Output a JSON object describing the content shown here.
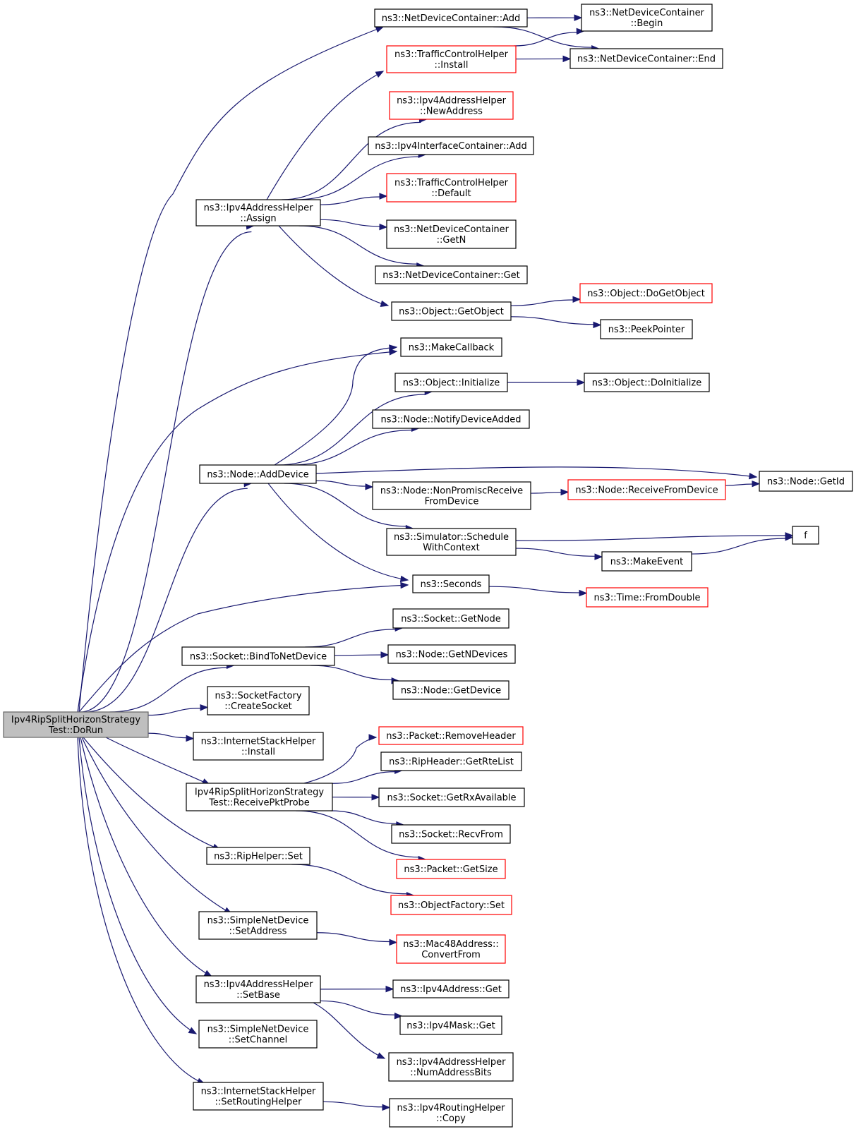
{
  "diagram": {
    "title": "",
    "colors": {
      "edge": "#191970",
      "root_fill": "#bfbfbf",
      "node_border_default": "#000000",
      "node_border_truncated": "#ff0000"
    },
    "nodes": {
      "root": {
        "lines": [
          "Ipv4RipSplitHorizonStrategy",
          "Test::DoRun"
        ],
        "border": "#666666",
        "fill": "#bfbfbf"
      },
      "ndc_add": {
        "lines": [
          "ns3::NetDeviceContainer::Add"
        ],
        "border": "#000000"
      },
      "ndc_begin": {
        "lines": [
          "ns3::NetDeviceContainer",
          "::Begin"
        ],
        "border": "#000000"
      },
      "ndc_end": {
        "lines": [
          "ns3::NetDeviceContainer::End"
        ],
        "border": "#000000"
      },
      "tch_install": {
        "lines": [
          "ns3::TrafficControlHelper",
          "::Install"
        ],
        "border": "#ff0000"
      },
      "iah_newaddress": {
        "lines": [
          "ns3::Ipv4AddressHelper",
          "::NewAddress"
        ],
        "border": "#ff0000"
      },
      "iic_add": {
        "lines": [
          "ns3::Ipv4InterfaceContainer::Add"
        ],
        "border": "#000000"
      },
      "tch_default": {
        "lines": [
          "ns3::TrafficControlHelper",
          "::Default"
        ],
        "border": "#ff0000"
      },
      "iah_assign": {
        "lines": [
          "ns3::Ipv4AddressHelper",
          "::Assign"
        ],
        "border": "#000000"
      },
      "ndc_getn": {
        "lines": [
          "ns3::NetDeviceContainer",
          "::GetN"
        ],
        "border": "#000000"
      },
      "ndc_get": {
        "lines": [
          "ns3::NetDeviceContainer::Get"
        ],
        "border": "#000000"
      },
      "obj_getobject": {
        "lines": [
          "ns3::Object::GetObject"
        ],
        "border": "#000000"
      },
      "obj_dogetobject": {
        "lines": [
          "ns3::Object::DoGetObject"
        ],
        "border": "#ff0000"
      },
      "peekpointer": {
        "lines": [
          "ns3::PeekPointer"
        ],
        "border": "#000000"
      },
      "makecallback": {
        "lines": [
          "ns3::MakeCallback"
        ],
        "border": "#000000"
      },
      "obj_initialize": {
        "lines": [
          "ns3::Object::Initialize"
        ],
        "border": "#000000"
      },
      "obj_doinitialize": {
        "lines": [
          "ns3::Object::DoInitialize"
        ],
        "border": "#000000"
      },
      "node_notify": {
        "lines": [
          "ns3::Node::NotifyDeviceAdded"
        ],
        "border": "#000000"
      },
      "node_adddevice": {
        "lines": [
          "ns3::Node::AddDevice"
        ],
        "border": "#000000"
      },
      "node_getid": {
        "lines": [
          "ns3::Node::GetId"
        ],
        "border": "#000000"
      },
      "node_nonpromisc": {
        "lines": [
          "ns3::Node::NonPromiscReceive",
          "FromDevice"
        ],
        "border": "#000000"
      },
      "node_receive": {
        "lines": [
          "ns3::Node::ReceiveFromDevice"
        ],
        "border": "#ff0000"
      },
      "sim_schedule": {
        "lines": [
          "ns3::Simulator::Schedule",
          "WithContext"
        ],
        "border": "#000000"
      },
      "f": {
        "lines": [
          "f"
        ],
        "border": "#000000"
      },
      "makeevent": {
        "lines": [
          "ns3::MakeEvent"
        ],
        "border": "#000000"
      },
      "seconds": {
        "lines": [
          "ns3::Seconds"
        ],
        "border": "#000000"
      },
      "time_fromdouble": {
        "lines": [
          "ns3::Time::FromDouble"
        ],
        "border": "#ff0000"
      },
      "sock_getnode": {
        "lines": [
          "ns3::Socket::GetNode"
        ],
        "border": "#000000"
      },
      "sock_bind": {
        "lines": [
          "ns3::Socket::BindToNetDevice"
        ],
        "border": "#000000"
      },
      "node_getndevices": {
        "lines": [
          "ns3::Node::GetNDevices"
        ],
        "border": "#000000"
      },
      "node_getdevice": {
        "lines": [
          "ns3::Node::GetDevice"
        ],
        "border": "#000000"
      },
      "sockfactory": {
        "lines": [
          "ns3::SocketFactory",
          "::CreateSocket"
        ],
        "border": "#000000"
      },
      "ish_install": {
        "lines": [
          "ns3::InternetStackHelper",
          "::Install"
        ],
        "border": "#000000"
      },
      "pkt_removeheader": {
        "lines": [
          "ns3::Packet::RemoveHeader"
        ],
        "border": "#ff0000"
      },
      "rip_getrtelist": {
        "lines": [
          "ns3::RipHeader::GetRteList"
        ],
        "border": "#000000"
      },
      "receiveprobe": {
        "lines": [
          "Ipv4RipSplitHorizonStrategy",
          "Test::ReceivePktProbe"
        ],
        "border": "#000000"
      },
      "sock_getrx": {
        "lines": [
          "ns3::Socket::GetRxAvailable"
        ],
        "border": "#000000"
      },
      "sock_recvfrom": {
        "lines": [
          "ns3::Socket::RecvFrom"
        ],
        "border": "#000000"
      },
      "pkt_getsize": {
        "lines": [
          "ns3::Packet::GetSize"
        ],
        "border": "#ff0000"
      },
      "riphelper_set": {
        "lines": [
          "ns3::RipHelper::Set"
        ],
        "border": "#000000"
      },
      "objfactory_set": {
        "lines": [
          "ns3::ObjectFactory::Set"
        ],
        "border": "#ff0000"
      },
      "snd_setaddress": {
        "lines": [
          "ns3::SimpleNetDevice",
          "::SetAddress"
        ],
        "border": "#000000"
      },
      "mac48_convert": {
        "lines": [
          "ns3::Mac48Address::",
          "ConvertFrom"
        ],
        "border": "#ff0000"
      },
      "iah_setbase": {
        "lines": [
          "ns3::Ipv4AddressHelper",
          "::SetBase"
        ],
        "border": "#000000"
      },
      "ipv4addr_get": {
        "lines": [
          "ns3::Ipv4Address::Get"
        ],
        "border": "#000000"
      },
      "ipv4mask_get": {
        "lines": [
          "ns3::Ipv4Mask::Get"
        ],
        "border": "#000000"
      },
      "iah_numaddrbits": {
        "lines": [
          "ns3::Ipv4AddressHelper",
          "::NumAddressBits"
        ],
        "border": "#000000"
      },
      "snd_setchannel": {
        "lines": [
          "ns3::SimpleNetDevice",
          "::SetChannel"
        ],
        "border": "#000000"
      },
      "ish_setrouting": {
        "lines": [
          "ns3::InternetStackHelper",
          "::SetRoutingHelper"
        ],
        "border": "#000000"
      },
      "irh_copy": {
        "lines": [
          "ns3::Ipv4RoutingHelper",
          "::Copy"
        ],
        "border": "#000000"
      }
    },
    "edges": [
      [
        "root",
        "ndc_add"
      ],
      [
        "root",
        "iah_assign"
      ],
      [
        "root",
        "makecallback"
      ],
      [
        "root",
        "node_adddevice"
      ],
      [
        "root",
        "seconds"
      ],
      [
        "root",
        "sock_bind"
      ],
      [
        "root",
        "sockfactory"
      ],
      [
        "root",
        "ish_install"
      ],
      [
        "root",
        "receiveprobe"
      ],
      [
        "root",
        "riphelper_set"
      ],
      [
        "root",
        "snd_setaddress"
      ],
      [
        "root",
        "iah_setbase"
      ],
      [
        "root",
        "snd_setchannel"
      ],
      [
        "root",
        "ish_setrouting"
      ],
      [
        "ndc_add",
        "ndc_begin"
      ],
      [
        "ndc_add",
        "ndc_end"
      ],
      [
        "tch_install",
        "ndc_begin"
      ],
      [
        "tch_install",
        "ndc_end"
      ],
      [
        "iah_assign",
        "tch_install"
      ],
      [
        "iah_assign",
        "iah_newaddress"
      ],
      [
        "iah_assign",
        "iic_add"
      ],
      [
        "iah_assign",
        "tch_default"
      ],
      [
        "iah_assign",
        "ndc_getn"
      ],
      [
        "iah_assign",
        "ndc_get"
      ],
      [
        "iah_assign",
        "obj_getobject"
      ],
      [
        "obj_getobject",
        "obj_dogetobject"
      ],
      [
        "obj_getobject",
        "peekpointer"
      ],
      [
        "node_adddevice",
        "makecallback"
      ],
      [
        "node_adddevice",
        "obj_initialize"
      ],
      [
        "node_adddevice",
        "node_notify"
      ],
      [
        "node_adddevice",
        "node_getid"
      ],
      [
        "node_adddevice",
        "node_nonpromisc"
      ],
      [
        "node_adddevice",
        "sim_schedule"
      ],
      [
        "node_adddevice",
        "seconds"
      ],
      [
        "obj_initialize",
        "obj_doinitialize"
      ],
      [
        "node_nonpromisc",
        "node_receive"
      ],
      [
        "node_receive",
        "node_getid"
      ],
      [
        "sim_schedule",
        "f"
      ],
      [
        "sim_schedule",
        "makeevent"
      ],
      [
        "makeevent",
        "f"
      ],
      [
        "seconds",
        "time_fromdouble"
      ],
      [
        "sock_bind",
        "sock_getnode"
      ],
      [
        "sock_bind",
        "node_getndevices"
      ],
      [
        "sock_bind",
        "node_getdevice"
      ],
      [
        "receiveprobe",
        "pkt_removeheader"
      ],
      [
        "receiveprobe",
        "rip_getrtelist"
      ],
      [
        "receiveprobe",
        "sock_getrx"
      ],
      [
        "receiveprobe",
        "sock_recvfrom"
      ],
      [
        "receiveprobe",
        "pkt_getsize"
      ],
      [
        "riphelper_set",
        "objfactory_set"
      ],
      [
        "snd_setaddress",
        "mac48_convert"
      ],
      [
        "iah_setbase",
        "ipv4addr_get"
      ],
      [
        "iah_setbase",
        "ipv4mask_get"
      ],
      [
        "iah_setbase",
        "iah_numaddrbits"
      ],
      [
        "ish_setrouting",
        "irh_copy"
      ]
    ]
  }
}
